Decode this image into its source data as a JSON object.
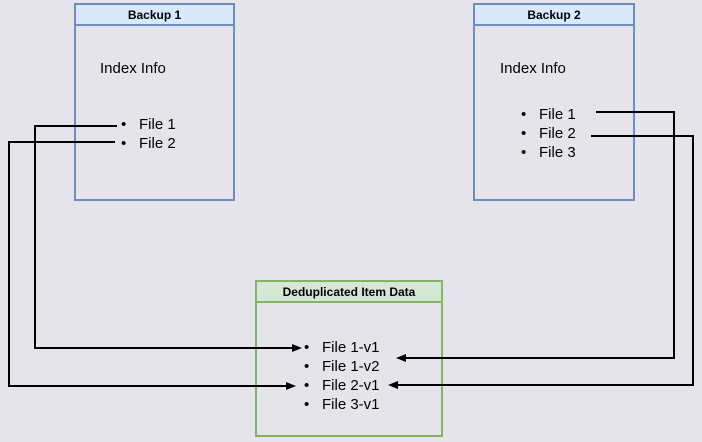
{
  "diagram": {
    "nodes": {
      "backup1": {
        "title": "Backup 1",
        "body_label": "Index Info",
        "items": [
          "File 1",
          "File 2"
        ]
      },
      "backup2": {
        "title": "Backup 2",
        "body_label": "Index Info",
        "items": [
          "File 1",
          "File 2",
          "File 3"
        ]
      },
      "dedup": {
        "title": "Deduplicated Item Data",
        "items": [
          "File 1-v1",
          "File 1-v2",
          "File 2-v1",
          "File 3-v1"
        ]
      }
    },
    "edges": [
      {
        "from": "backup1 / File 1",
        "to": "dedup / File 1-v1"
      },
      {
        "from": "backup1 / File 2",
        "to": "dedup / File 2-v1"
      },
      {
        "from": "backup2 / File 1",
        "to": "dedup / File 1-v2"
      },
      {
        "from": "backup2 / File 2",
        "to": "dedup / File 2-v1"
      }
    ],
    "bullet": "•",
    "colors": {
      "background": "#e5e4eb",
      "backup_border": "#6c8ebf",
      "backup_header_fill": "#dae8fc",
      "dedup_border": "#82b366",
      "dedup_header_fill": "#d5e8d4",
      "edge": "#000000"
    }
  }
}
